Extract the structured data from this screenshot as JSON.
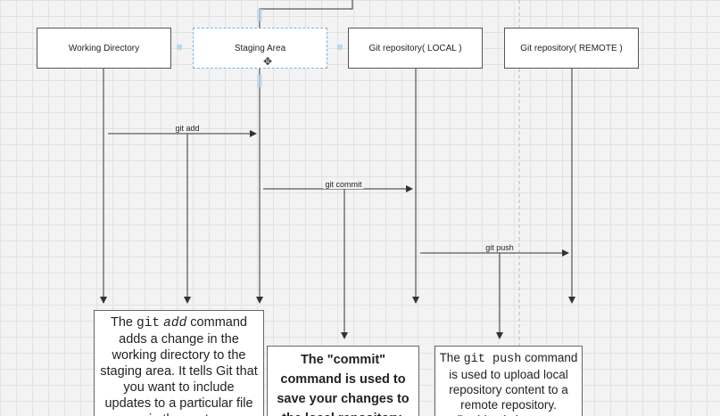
{
  "lanes": [
    {
      "label": "Working Directory"
    },
    {
      "label": "Staging Area"
    },
    {
      "label": "Git repository( LOCAL )"
    },
    {
      "label": "Git repository( REMOTE )"
    }
  ],
  "messages": [
    {
      "label": "git add"
    },
    {
      "label": "git commit"
    },
    {
      "label": "git push"
    }
  ],
  "notes": {
    "add": {
      "prefix": "The ",
      "code": "git",
      "code_italic": "add",
      "body": " command adds a change in the working directory to the staging area. It tells Git that you want to include updates to a particular file in the next"
    },
    "commit": {
      "text": "The \"commit\" command is used to save your changes to the local repository."
    },
    "push": {
      "prefix": "The ",
      "code": "git push",
      "body": " command is used to upload local repository content to a remote repository. Pushing is how you"
    }
  },
  "icons": {
    "move": "move-cursor-icon"
  },
  "colors": {
    "selection": "#7fb2d6",
    "line": "#333333"
  }
}
